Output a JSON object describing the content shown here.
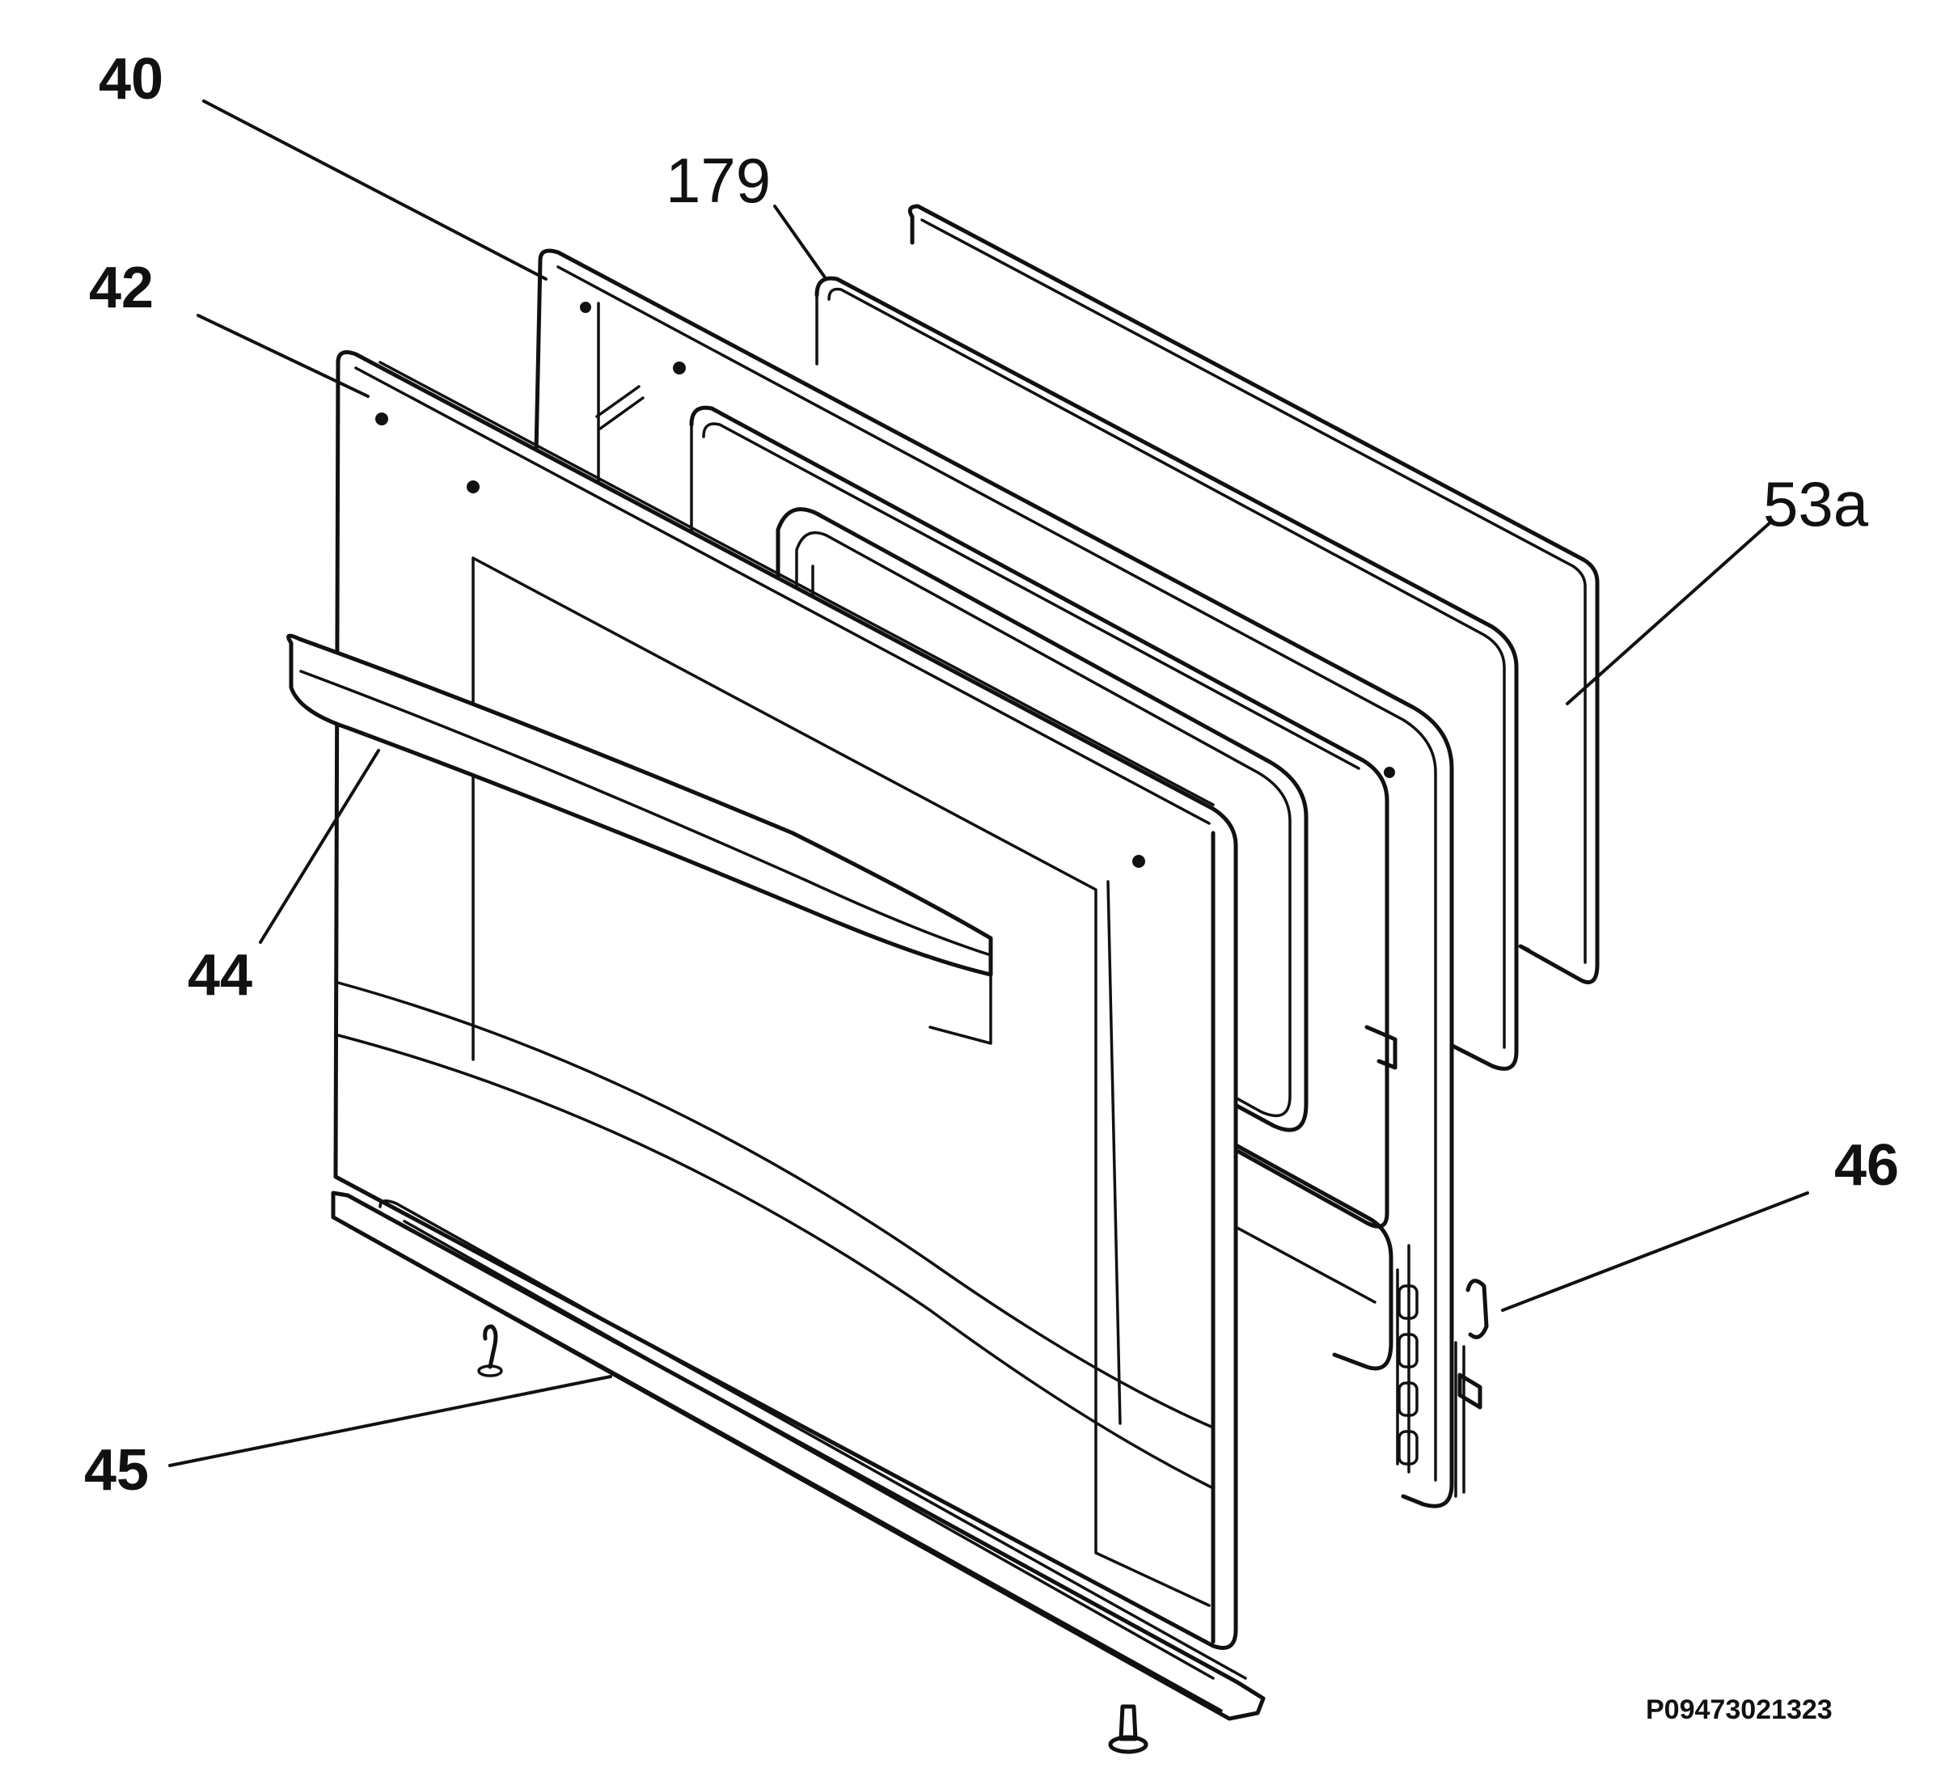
{
  "callouts": {
    "c40": "40",
    "c42": "42",
    "c44": "44",
    "c45": "45",
    "c46": "46",
    "c179": "179",
    "c53a": "53a"
  },
  "drawing_code": "P09473021323",
  "parts": [
    "oven-door-outer-panel",
    "door-handle",
    "door-inner-frame",
    "glass-panel",
    "inner-glass-53a",
    "bottom-trim-strip",
    "hinge",
    "screw"
  ],
  "colors": {
    "line": "#111111",
    "background": "#ffffff"
  }
}
